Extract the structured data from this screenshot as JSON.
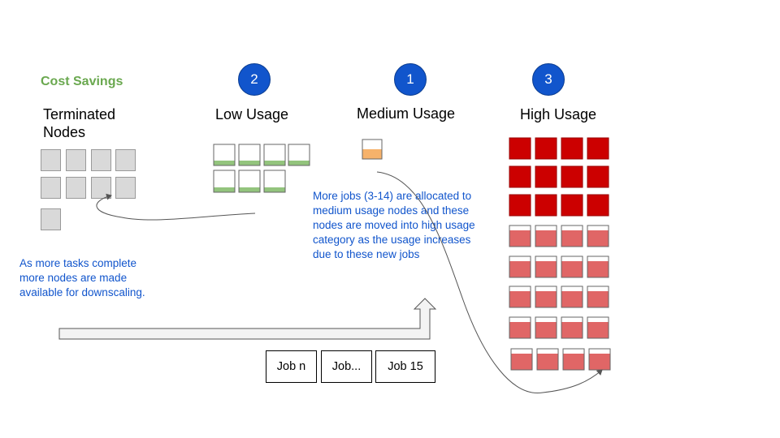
{
  "cost_savings": "Cost Savings",
  "columns": {
    "terminated": {
      "title_line1": "Terminated",
      "title_line2": "Nodes"
    },
    "low": {
      "title": "Low Usage",
      "step": "2"
    },
    "medium": {
      "title": "Medium Usage",
      "step": "1"
    },
    "high": {
      "title": "High Usage",
      "step": "3"
    }
  },
  "notes": {
    "downscale": [
      "As more tasks complete",
      "more nodes are made",
      "available for downscaling."
    ],
    "allocation": [
      "More jobs (3-14) are allocated to",
      "medium usage nodes and these",
      "nodes are moved into high usage",
      "category as the usage increases",
      "due to these new jobs"
    ]
  },
  "jobs": [
    "Job n",
    "Job...",
    "Job 15"
  ],
  "colors": {
    "green": "#6aa84f",
    "blue": "#1155cc",
    "terminated": "#d9d9d9",
    "low_fill": "#93c47d",
    "medium_fill": "#f6b26b",
    "high_full": "#cc0000",
    "high_partial": "#e06666"
  }
}
